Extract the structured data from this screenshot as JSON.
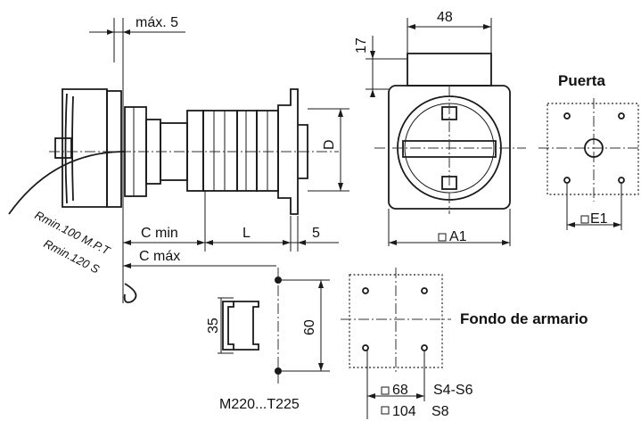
{
  "labels": {
    "max5": "máx. 5",
    "dim48": "48",
    "dim17": "17",
    "puerta": "Puerta",
    "dimD": "D",
    "cmin": "C min",
    "dimL": "L",
    "dim5": "5",
    "cmax": "C máx",
    "a1": "A1",
    "e1": "E1",
    "rmin100": "Rmin.100  M.P.T",
    "rmin120": "Rmin.120  S",
    "dim35": "35",
    "dim60": "60",
    "fondo": "Fondo de armario",
    "d68": "68",
    "s4s6": "S4-S6",
    "d104": "104",
    "s8": "S8",
    "model": "M220...T225"
  }
}
